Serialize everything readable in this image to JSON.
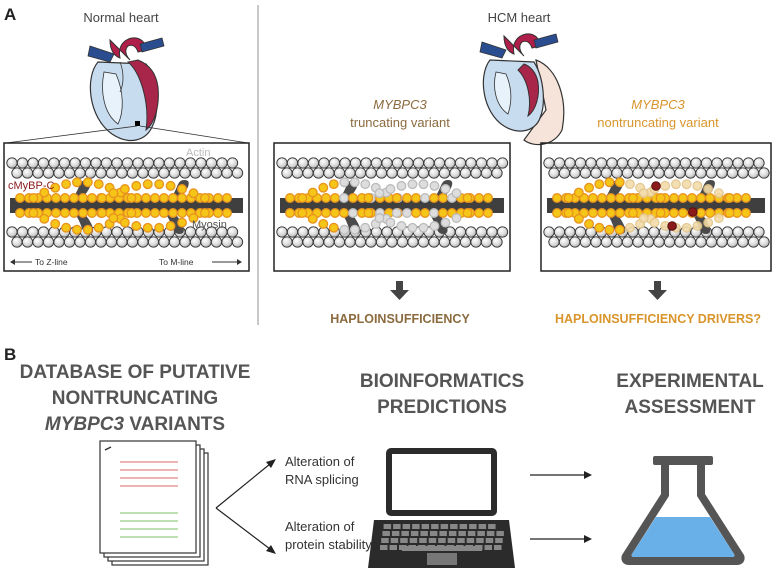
{
  "panel_a": {
    "label": "A",
    "normal_title": "Normal heart",
    "hcm_title": "HCM heart",
    "actin_label": "Actin",
    "mybpc_label": "cMyBP-C",
    "myosin_label": "Myosin",
    "z_line_label": "To Z-line",
    "m_line_label": "To M-line",
    "truncating_gene": "MYBPC3",
    "truncating_desc": "truncating variant",
    "nontruncating_gene": "MYBPC3",
    "nontruncating_desc": "nontruncating variant",
    "outcome_truncating": "HAPLOINSUFFICIENCY",
    "outcome_nontruncating": "HAPLOINSUFFICIENCY DRIVERS?"
  },
  "panel_b": {
    "label": "B",
    "database_line1": "DATABASE OF PUTATIVE",
    "database_line2": "NONTRUNCATING",
    "database_gene": "MYBPC3",
    "database_line3_rest": " VARIANTS",
    "bioinf_line1": "BIOINFORMATICS",
    "bioinf_line2": "PREDICTIONS",
    "exp_line1": "EXPERIMENTAL",
    "exp_line2": "ASSESSMENT",
    "alt1_line1": "Alteration of",
    "alt1_line2": "RNA splicing",
    "alt2_line1": "Alteration of",
    "alt2_line2": "protein stability"
  },
  "colors": {
    "dark_gray": "#555555",
    "brown": "#8b6a3e",
    "orange": "#d9952b",
    "bead_yellow": "#f5c518",
    "bead_orange": "#e8931e",
    "maroon": "#8b1a1a",
    "flask_blue": "#6ab0e8"
  }
}
